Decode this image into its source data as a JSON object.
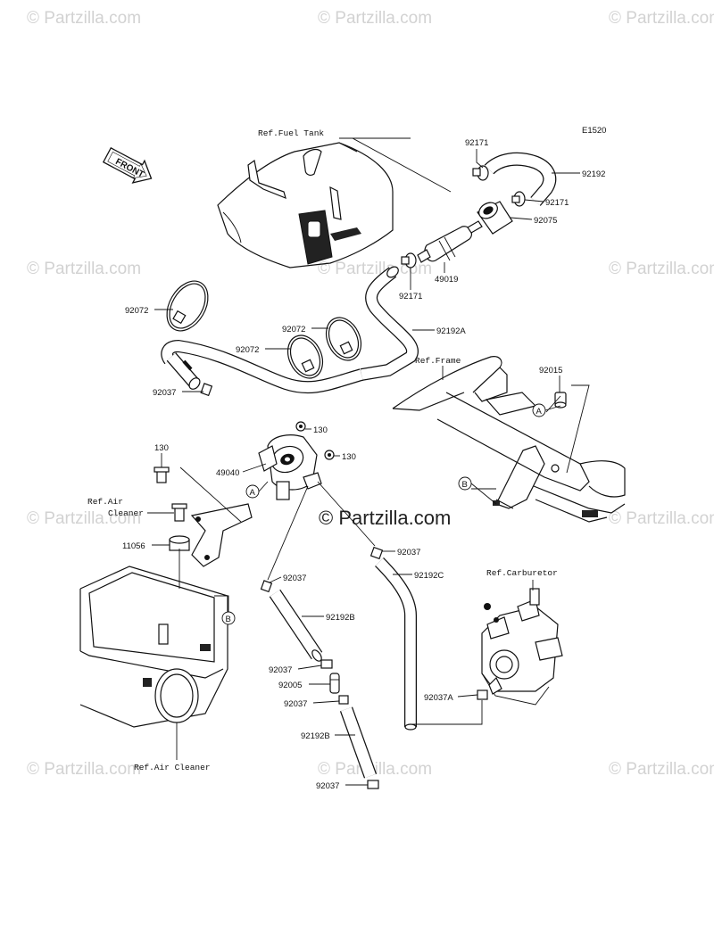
{
  "diagram_code": "E1520",
  "watermark": {
    "text": "Partzilla.com",
    "symbol": "©",
    "center_text": "Partzilla.com"
  },
  "front_badge": "FRONT",
  "callouts": {
    "ref_fuel_tank": "Ref.Fuel Tank",
    "ref_frame": "Ref.Frame",
    "ref_air_cleaner_small": "Ref.Air",
    "ref_air_cleaner_small_2": "Cleaner",
    "ref_carburetor": "Ref.Carburetor",
    "ref_air_cleaner": "Ref.Air Cleaner"
  },
  "part_labels": {
    "p92171_a": "92171",
    "p92192": "92192",
    "p92171_b": "92171",
    "p92075": "92075",
    "p49019": "49019",
    "p92171_c": "92171",
    "p92072_a": "92072",
    "p92072_b": "92072",
    "p92072_c": "92072",
    "p92192A": "92192A",
    "p92015": "92015",
    "p92037_a": "92037",
    "p130_a": "130",
    "p130_b": "130",
    "p130_c": "130",
    "p49040": "49040",
    "p11056": "11056",
    "p92037_b": "92037",
    "p92192C": "92192C",
    "p92037_c": "92037",
    "p92192B": "92192B",
    "p92037_d": "92037",
    "p92005": "92005",
    "p92037_e": "92037",
    "p92192B_2": "92192B",
    "p92037A": "92037A",
    "p92037_f": "92037"
  },
  "circle_markers": {
    "a1": "A",
    "a2": "A",
    "b1": "B",
    "b2": "B"
  }
}
